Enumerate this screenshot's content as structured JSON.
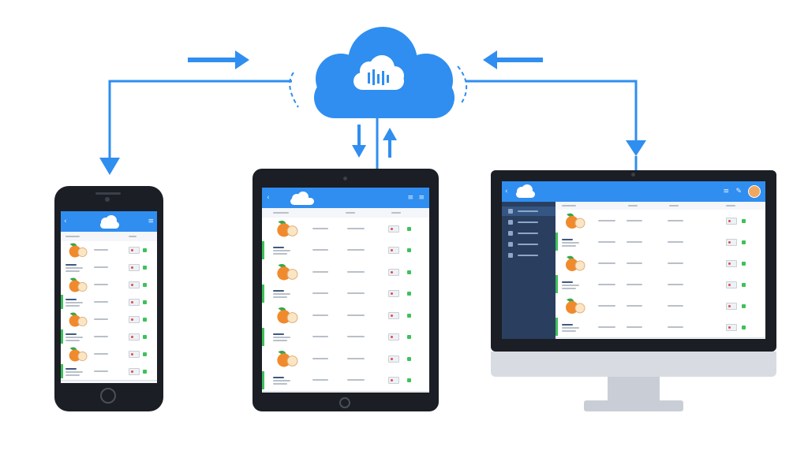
{
  "diagram": {
    "colors": {
      "accent": "#2f8ef0",
      "device": "#1b1e24",
      "fruit": "#f08a2c",
      "leaf": "#3aa64c",
      "status": "#3ec15b"
    },
    "icons": [
      "cloud-icon",
      "sync-icon",
      "arrow-right-icon",
      "arrow-left-icon",
      "arrow-down-icon",
      "arrow-up-icon",
      "fruit-icon",
      "avatar-icon"
    ],
    "devices": [
      {
        "kind": "phone",
        "rows": 8
      },
      {
        "kind": "tablet",
        "rows": 8
      },
      {
        "kind": "monitor",
        "rows": 6,
        "has_sidebar": true,
        "sidebar_items": 5
      }
    ]
  }
}
